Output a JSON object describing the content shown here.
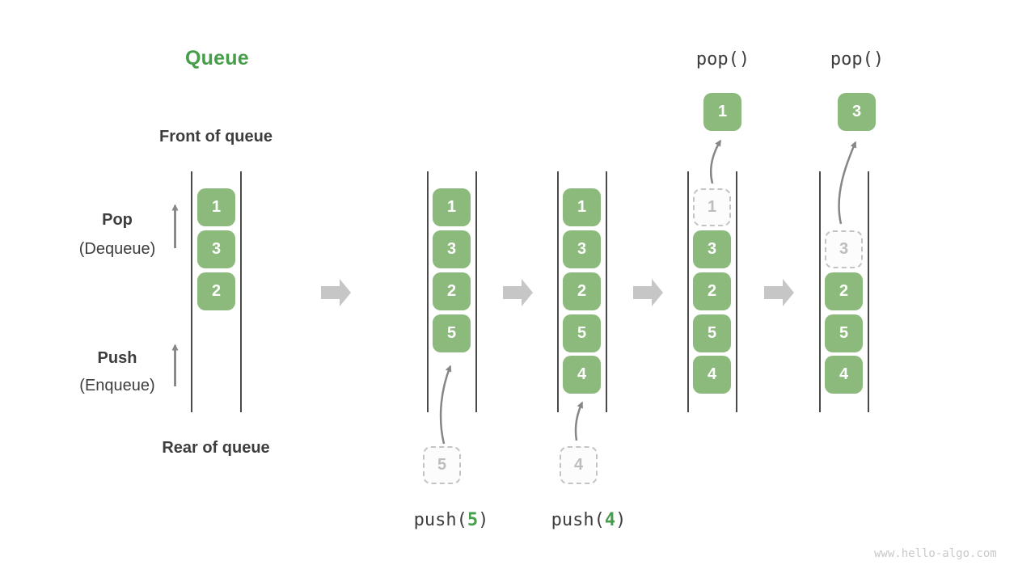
{
  "title": "Queue",
  "watermark": "www.hello-algo.com",
  "colors": {
    "title_green": "#469d4a",
    "accent_green": "#469d4a",
    "box_green": "#8cba7c",
    "text_dark": "#3d3d3d",
    "thin_arrow_gray": "#868686",
    "block_arrow_gray": "#c6c6c6",
    "dashed_border": "#c4c4c4",
    "dashed_text": "#bdbdbd",
    "column_line": "#4a4a4a",
    "watermark_gray": "#c9c9c9"
  },
  "side_labels": {
    "front": "Front of queue",
    "rear": "Rear of queue",
    "pop_title": "Pop",
    "pop_sub": "(Dequeue)",
    "push_title": "Push",
    "push_sub": "(Enqueue)"
  },
  "stages": [
    {
      "name": "initial",
      "slots": [
        {
          "value": "1",
          "style": "solid"
        },
        {
          "value": "3",
          "style": "solid"
        },
        {
          "value": "2",
          "style": "solid"
        }
      ]
    },
    {
      "name": "after-push-5",
      "slots": [
        {
          "value": "1",
          "style": "solid"
        },
        {
          "value": "3",
          "style": "solid"
        },
        {
          "value": "2",
          "style": "solid"
        },
        {
          "value": "5",
          "style": "solid"
        }
      ],
      "incoming_value": "5",
      "op": {
        "prefix": "push(",
        "arg": "5",
        "suffix": ")"
      }
    },
    {
      "name": "after-push-4",
      "slots": [
        {
          "value": "1",
          "style": "solid"
        },
        {
          "value": "3",
          "style": "solid"
        },
        {
          "value": "2",
          "style": "solid"
        },
        {
          "value": "5",
          "style": "solid"
        },
        {
          "value": "4",
          "style": "solid"
        }
      ],
      "incoming_value": "4",
      "op": {
        "prefix": "push(",
        "arg": "4",
        "suffix": ")"
      }
    },
    {
      "name": "after-pop-1",
      "slots": [
        {
          "value": "1",
          "style": "dashed"
        },
        {
          "value": "3",
          "style": "solid"
        },
        {
          "value": "2",
          "style": "solid"
        },
        {
          "value": "5",
          "style": "solid"
        },
        {
          "value": "4",
          "style": "solid"
        }
      ],
      "popped_value": "1",
      "op_label": "pop()"
    },
    {
      "name": "after-pop-3",
      "slots": [
        {
          "value": "3",
          "style": "dashed"
        },
        {
          "value": "2",
          "style": "solid"
        },
        {
          "value": "5",
          "style": "solid"
        },
        {
          "value": "4",
          "style": "solid"
        }
      ],
      "popped_value": "3",
      "op_label": "pop()"
    }
  ]
}
